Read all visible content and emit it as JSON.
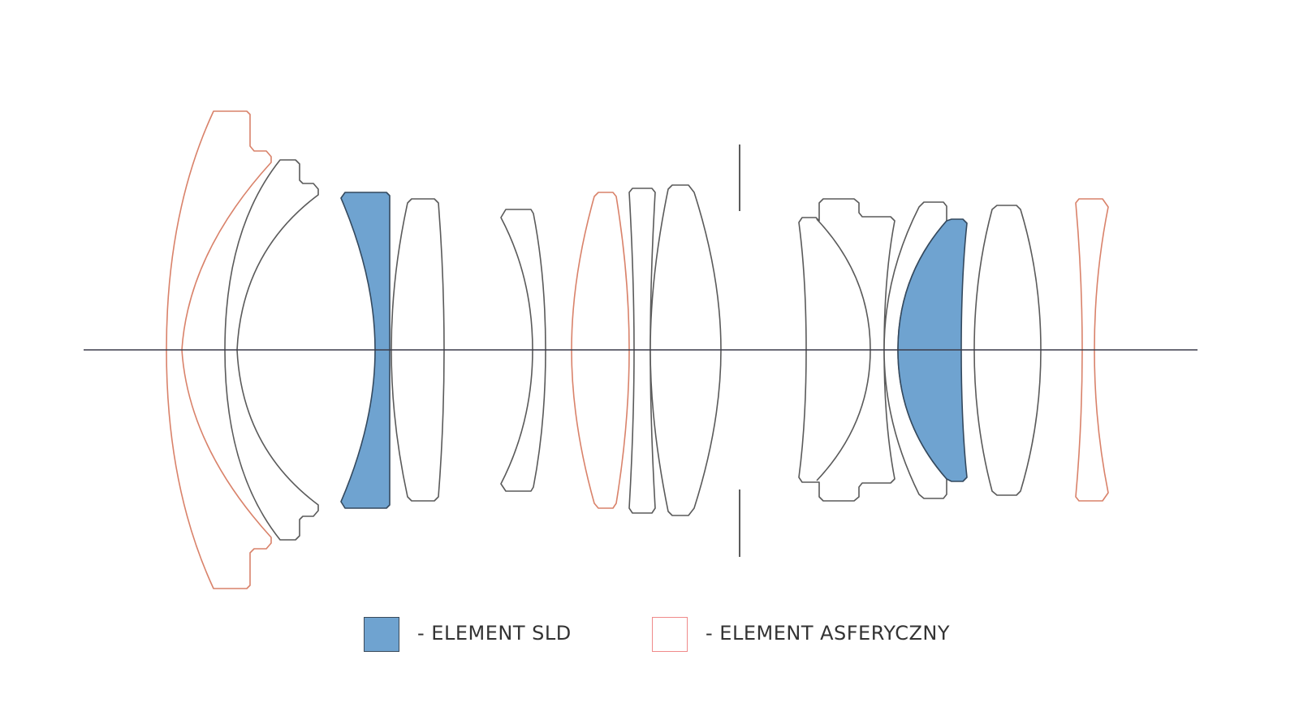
{
  "colors": {
    "sld_fill": "#6fa3d0",
    "aspherical_stroke": "#d9826a",
    "lens_stroke": "#5a5a5a",
    "axis": "#3c3c4a"
  },
  "legend": [
    {
      "label": "- ELEMENT SLD",
      "type": "sld"
    },
    {
      "label": "- ELEMENT ASFERYCZNY",
      "type": "aspherical"
    }
  ]
}
